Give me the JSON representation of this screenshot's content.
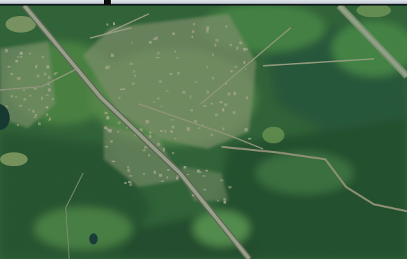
{
  "map": {
    "kind": "satellite imagery",
    "labels": [],
    "colors": {
      "dense_forest": "#1f4a2c",
      "mixed_forest": "#2f6238",
      "meadow": "#4f8a45",
      "clearing": "#7aa25a",
      "settlement": "#9aa184",
      "roof": "#c8b8a6",
      "road": "#b7b3a4",
      "dirt_road": "#a89c86",
      "water": "#0e2a30"
    },
    "features": [
      "highway-diagonal",
      "village-cluster",
      "second-road-northeast",
      "dirt-track-southeast",
      "small-lake-west"
    ]
  }
}
